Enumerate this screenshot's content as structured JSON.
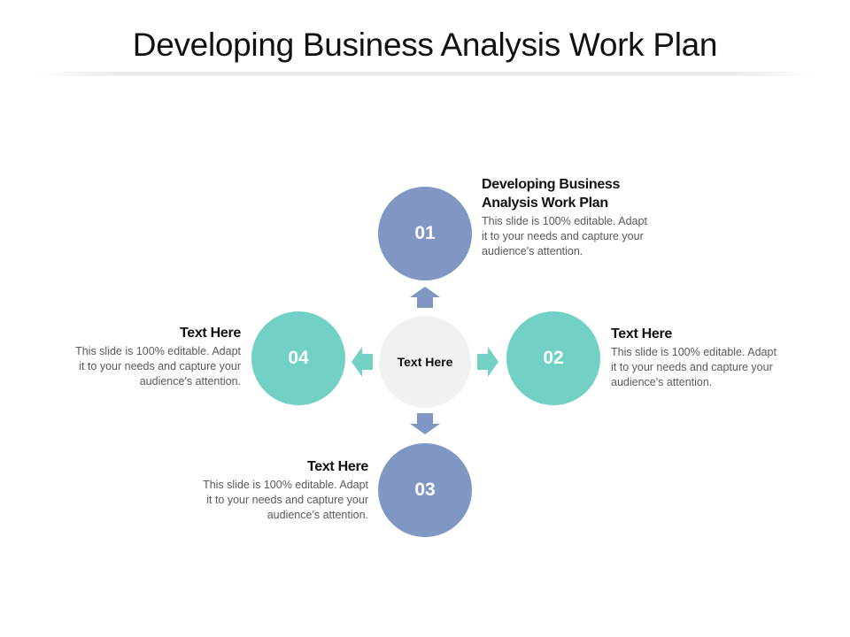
{
  "slide": {
    "title": "Developing Business Analysis Work Plan",
    "center_label": "Text Here",
    "colors": {
      "blue": "#7f97c2",
      "teal": "#72d1c4",
      "center_fill": "#f1f1f1"
    },
    "steps": [
      {
        "number": "01",
        "heading_line1": "Developing Business",
        "heading_line2": "Analysis Work Plan",
        "body_line1": "This slide is 100% editable.  Adapt",
        "body_line2": "it to your needs and capture your",
        "body_line3": "audience's attention."
      },
      {
        "number": "02",
        "heading": "Text Here",
        "body_line1": "This slide is 100% editable.  Adapt",
        "body_line2": "it to your needs and capture your",
        "body_line3": "audience's attention."
      },
      {
        "number": "03",
        "heading": "Text Here",
        "body_line1": "This slide is 100% editable.  Adapt",
        "body_line2": "it to your needs and capture your",
        "body_line3": "audience's attention."
      },
      {
        "number": "04",
        "heading": "Text Here",
        "body_line1": "This slide is 100% editable.  Adapt",
        "body_line2": "it to your needs and capture your",
        "body_line3": "audience's attention."
      }
    ],
    "icons": {
      "up": "arrow-up-icon",
      "right": "arrow-right-icon",
      "down": "arrow-down-icon",
      "left": "arrow-left-icon"
    }
  }
}
